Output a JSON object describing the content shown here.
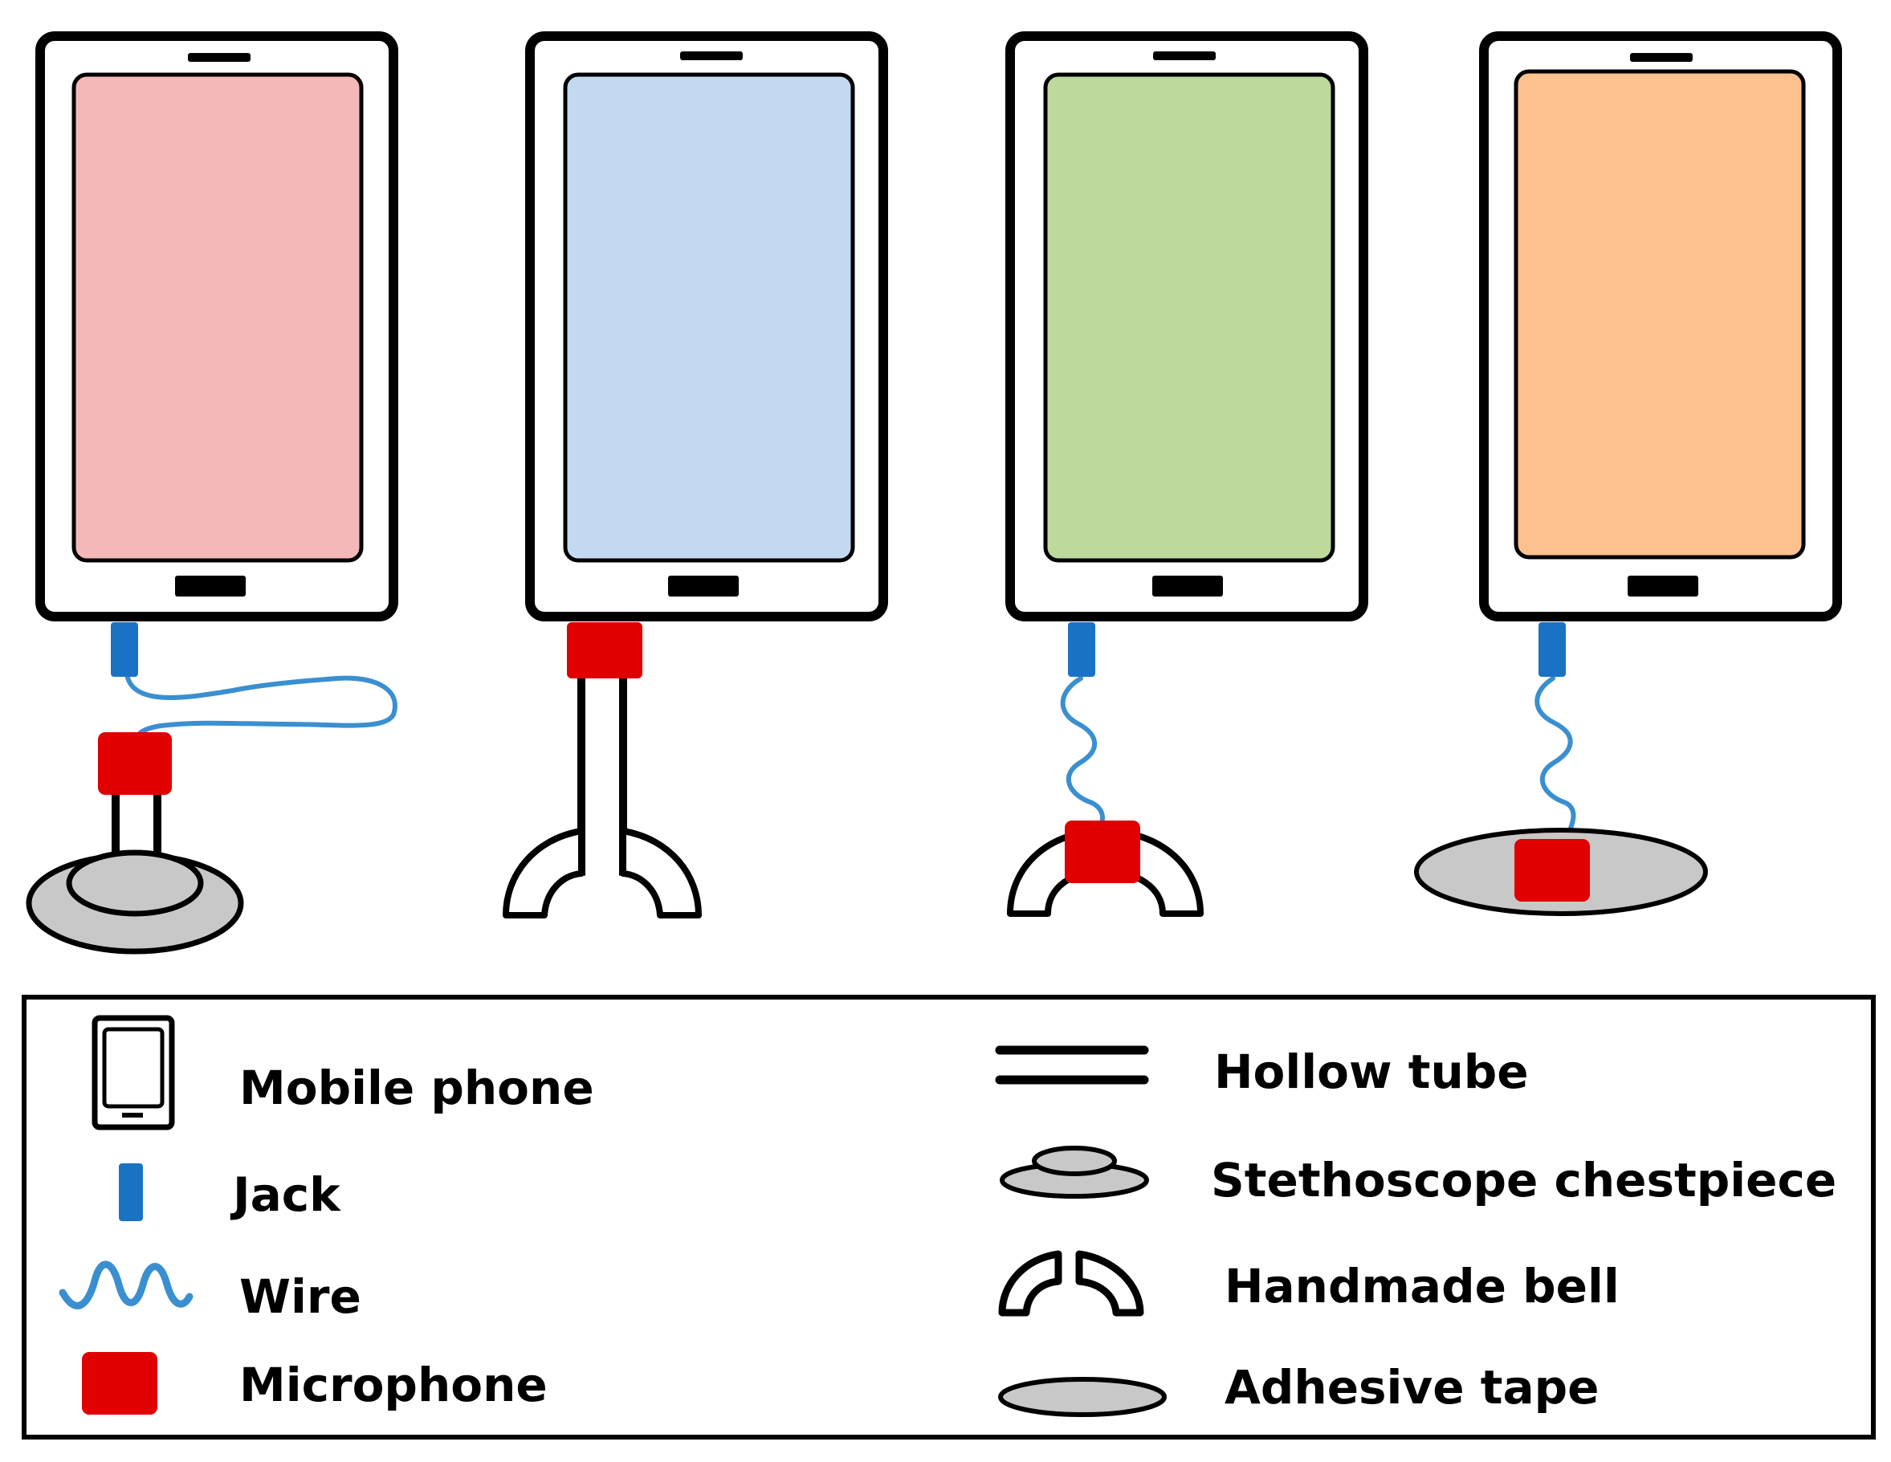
{
  "colors": {
    "outline": "#000000",
    "screen_1": "#f4b8b8",
    "screen_2": "#c3d9f1",
    "screen_3": "#bdd99c",
    "screen_4": "#fdc08f",
    "jack": "#1a72c4",
    "wire": "#3a8fd0",
    "microphone": "#e00000",
    "chestpiece": "#c8c8c8"
  },
  "legend": {
    "mobile_phone": {
      "label": "Mobile phone",
      "icon": "phone-icon"
    },
    "jack": {
      "label": "Jack",
      "icon": "jack-icon"
    },
    "wire": {
      "label": "Wire",
      "icon": "wire-icon"
    },
    "microphone": {
      "label": "Microphone",
      "icon": "microphone-icon"
    },
    "hollow_tube": {
      "label": "Hollow tube",
      "icon": "hollow-tube-icon"
    },
    "stethoscope_chestpiece": {
      "label": "Stethoscope chestpiece",
      "icon": "chestpiece-icon"
    },
    "handmade_bell": {
      "label": "Handmade bell",
      "icon": "bell-icon"
    },
    "adhesive_tape": {
      "label": "Adhesive tape",
      "icon": "adhesive-tape-icon"
    }
  }
}
